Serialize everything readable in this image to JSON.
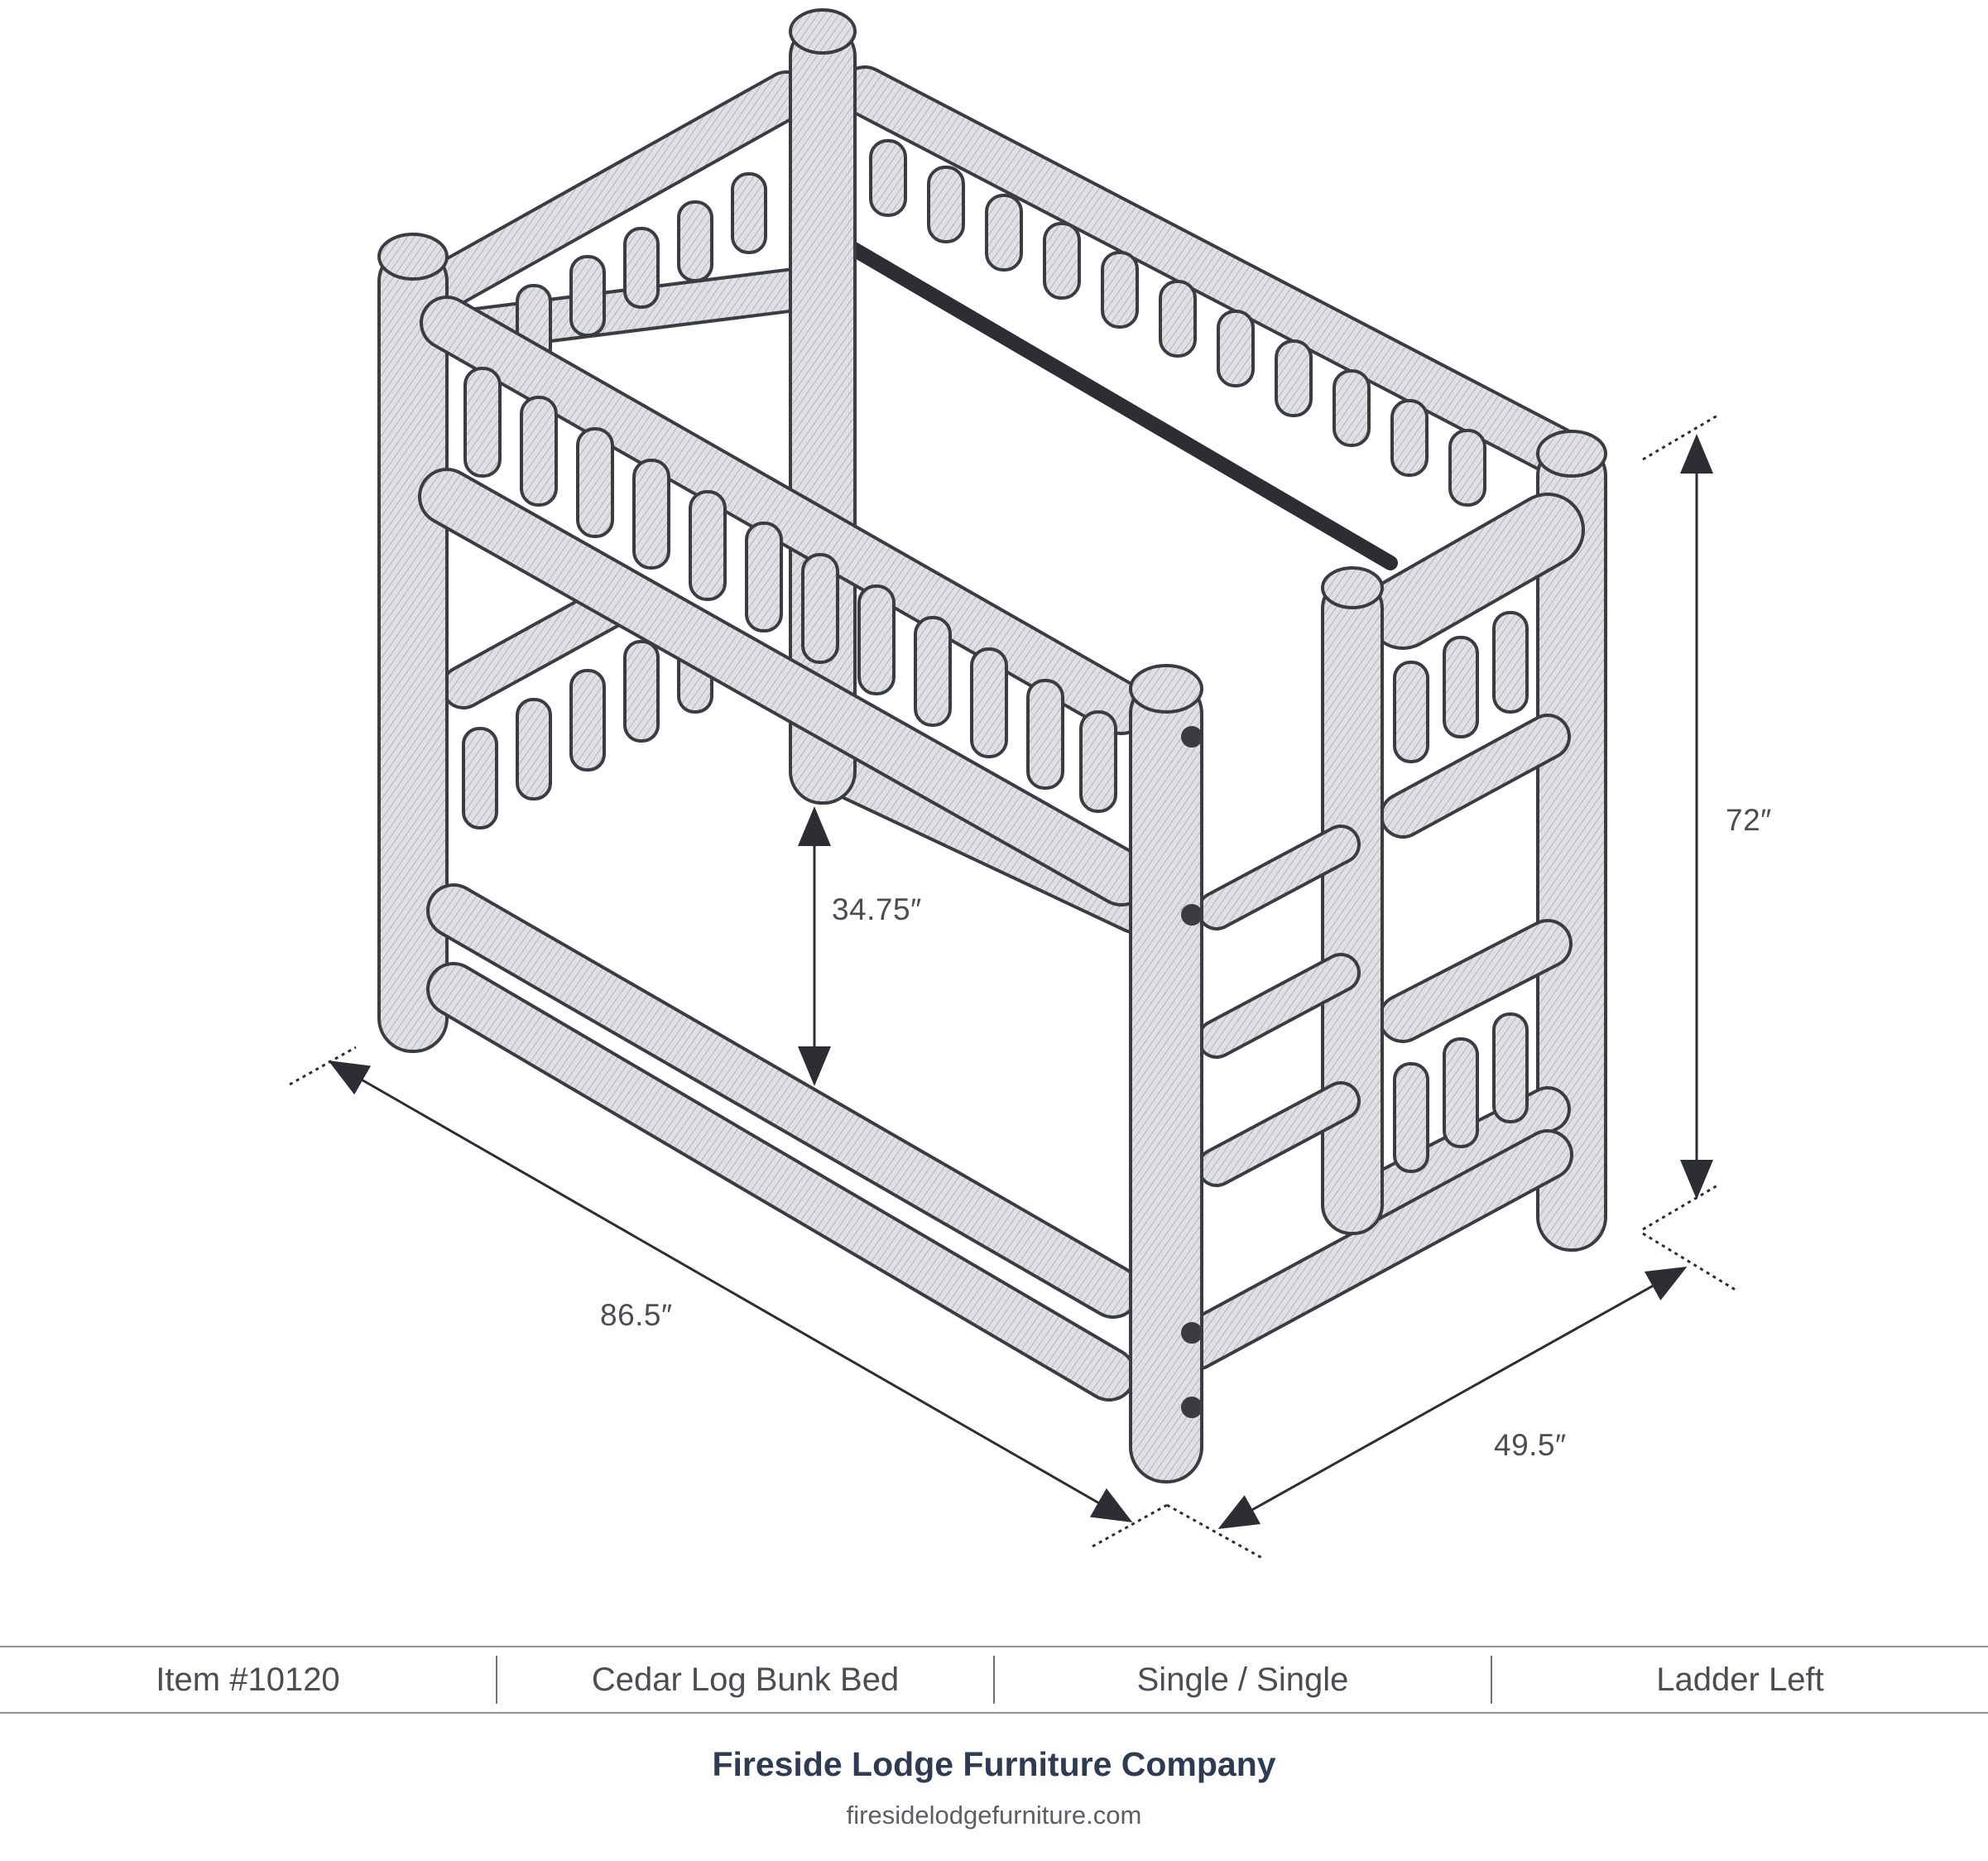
{
  "dimensions": {
    "length": "86.5″",
    "width": "49.5″",
    "height": "72″",
    "clearance": "34.75″"
  },
  "info_bar": {
    "item_number": "Item #10120",
    "product_name": "Cedar Log Bunk Bed",
    "configuration": "Single / Single",
    "ladder": "Ladder Left"
  },
  "footer": {
    "company": "Fireside Lodge Furniture Company",
    "website": "firesidelodgefurniture.com"
  },
  "colors": {
    "log_fill": "#dcdde0",
    "log_stroke": "#3a3c42",
    "dimension_line": "#2c2e33",
    "company_text": "#2f3b52"
  }
}
